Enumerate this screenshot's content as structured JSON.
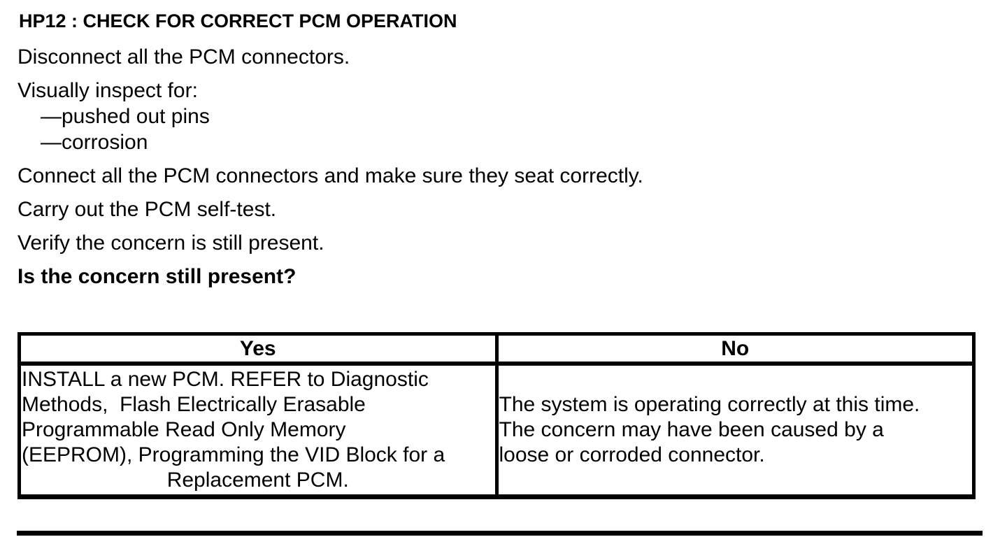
{
  "page": {
    "heading": "HP12 : CHECK FOR CORRECT PCM OPERATION",
    "instructions": [
      {
        "text": "Disconnect all the PCM connectors.",
        "style": "normal"
      },
      {
        "text": "Visually inspect for:",
        "style": "normal"
      },
      {
        "text": "—pushed out pins",
        "style": "sub"
      },
      {
        "text": "—corrosion",
        "style": "sub"
      },
      {
        "text": "Connect all the PCM connectors and make sure they seat correctly.",
        "style": "normal"
      },
      {
        "text": "Carry out the PCM self-test.",
        "style": "normal"
      },
      {
        "text": "Verify the concern is still present.",
        "style": "normal"
      },
      {
        "text": "Is the concern still present?",
        "style": "bold"
      }
    ],
    "decision_table": {
      "yes_header": "Yes",
      "no_header": "No",
      "yes_lines": [
        "INSTALL a new PCM. REFER to Diagnostic",
        "Methods,  Flash Electrically Erasable",
        "Programmable Read Only Memory",
        "(EEPROM), Programming the VID Block for a",
        "Replacement PCM."
      ],
      "no_lines": [
        "The system is operating correctly at this time.",
        "The concern may have been caused by a",
        "loose or corroded connector."
      ]
    },
    "colors": {
      "ink": "#000000",
      "paper": "#ffffff"
    }
  }
}
